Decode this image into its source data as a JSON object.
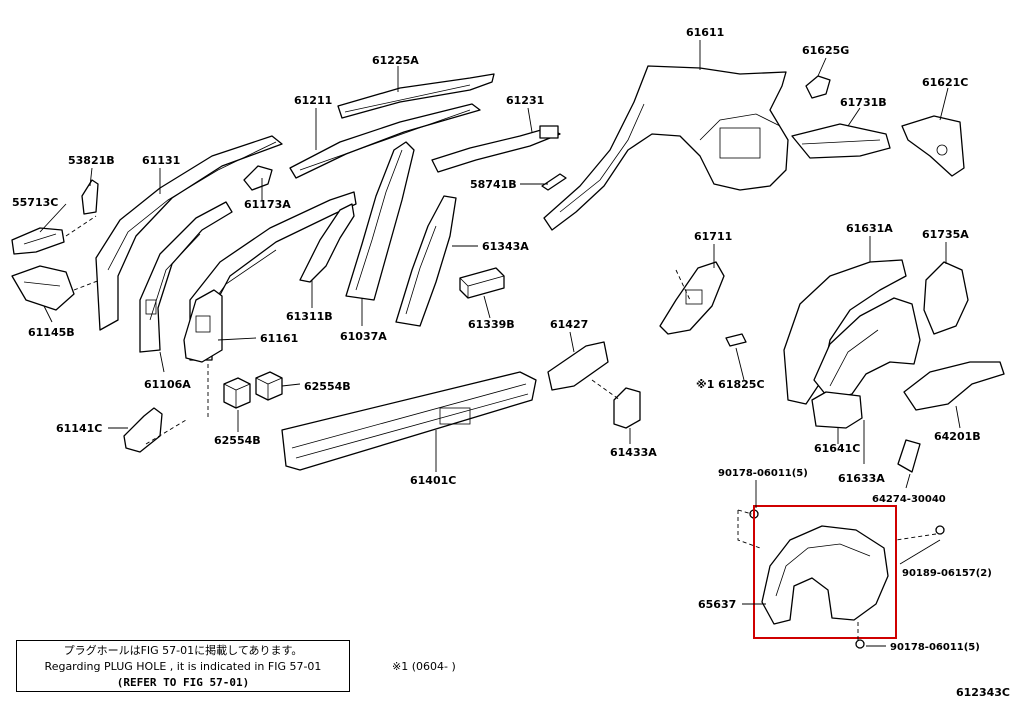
{
  "labels": {
    "p61611": "61611",
    "p61625G": "61625G",
    "p61621C": "61621C",
    "p61225A": "61225A",
    "p61211": "61211",
    "p61231": "61231",
    "p61731B": "61731B",
    "p53821B": "53821B",
    "p61131": "61131",
    "p61173A": "61173A",
    "p58741B": "58741B",
    "p55713C": "55713C",
    "p61343A": "61343A",
    "p61711": "61711",
    "p61631A": "61631A",
    "p61735A": "61735A",
    "p61145B": "61145B",
    "p61311B": "61311B",
    "p61037A": "61037A",
    "p61339B": "61339B",
    "p61427": "61427",
    "p61161": "61161",
    "p61825C": "※1 61825C",
    "p61106A": "61106A",
    "p62554B_a": "62554B",
    "p62554B_b": "62554B",
    "p61141C": "61141C",
    "p61401C": "61401C",
    "p61433A": "61433A",
    "p61641C": "61641C",
    "p61633A": "61633A",
    "p64201B": "64201B",
    "p64274": "64274-30040",
    "p90178a": "90178-06011(5)",
    "p90189": "90189-06157(2)",
    "p65637": "65637",
    "p90178b": "90178-06011(5)"
  },
  "note": {
    "line1": "プラグホールはFIG 57-01に掲載してあります。",
    "line2": "Regarding  PLUG  HOLE , it is indicated in FIG  57-01",
    "line3": "(REFER TO FIG 57-01)"
  },
  "footnote": "※1 (0604-        )",
  "figure_id": "612343C",
  "highlight_color": "#d00000"
}
